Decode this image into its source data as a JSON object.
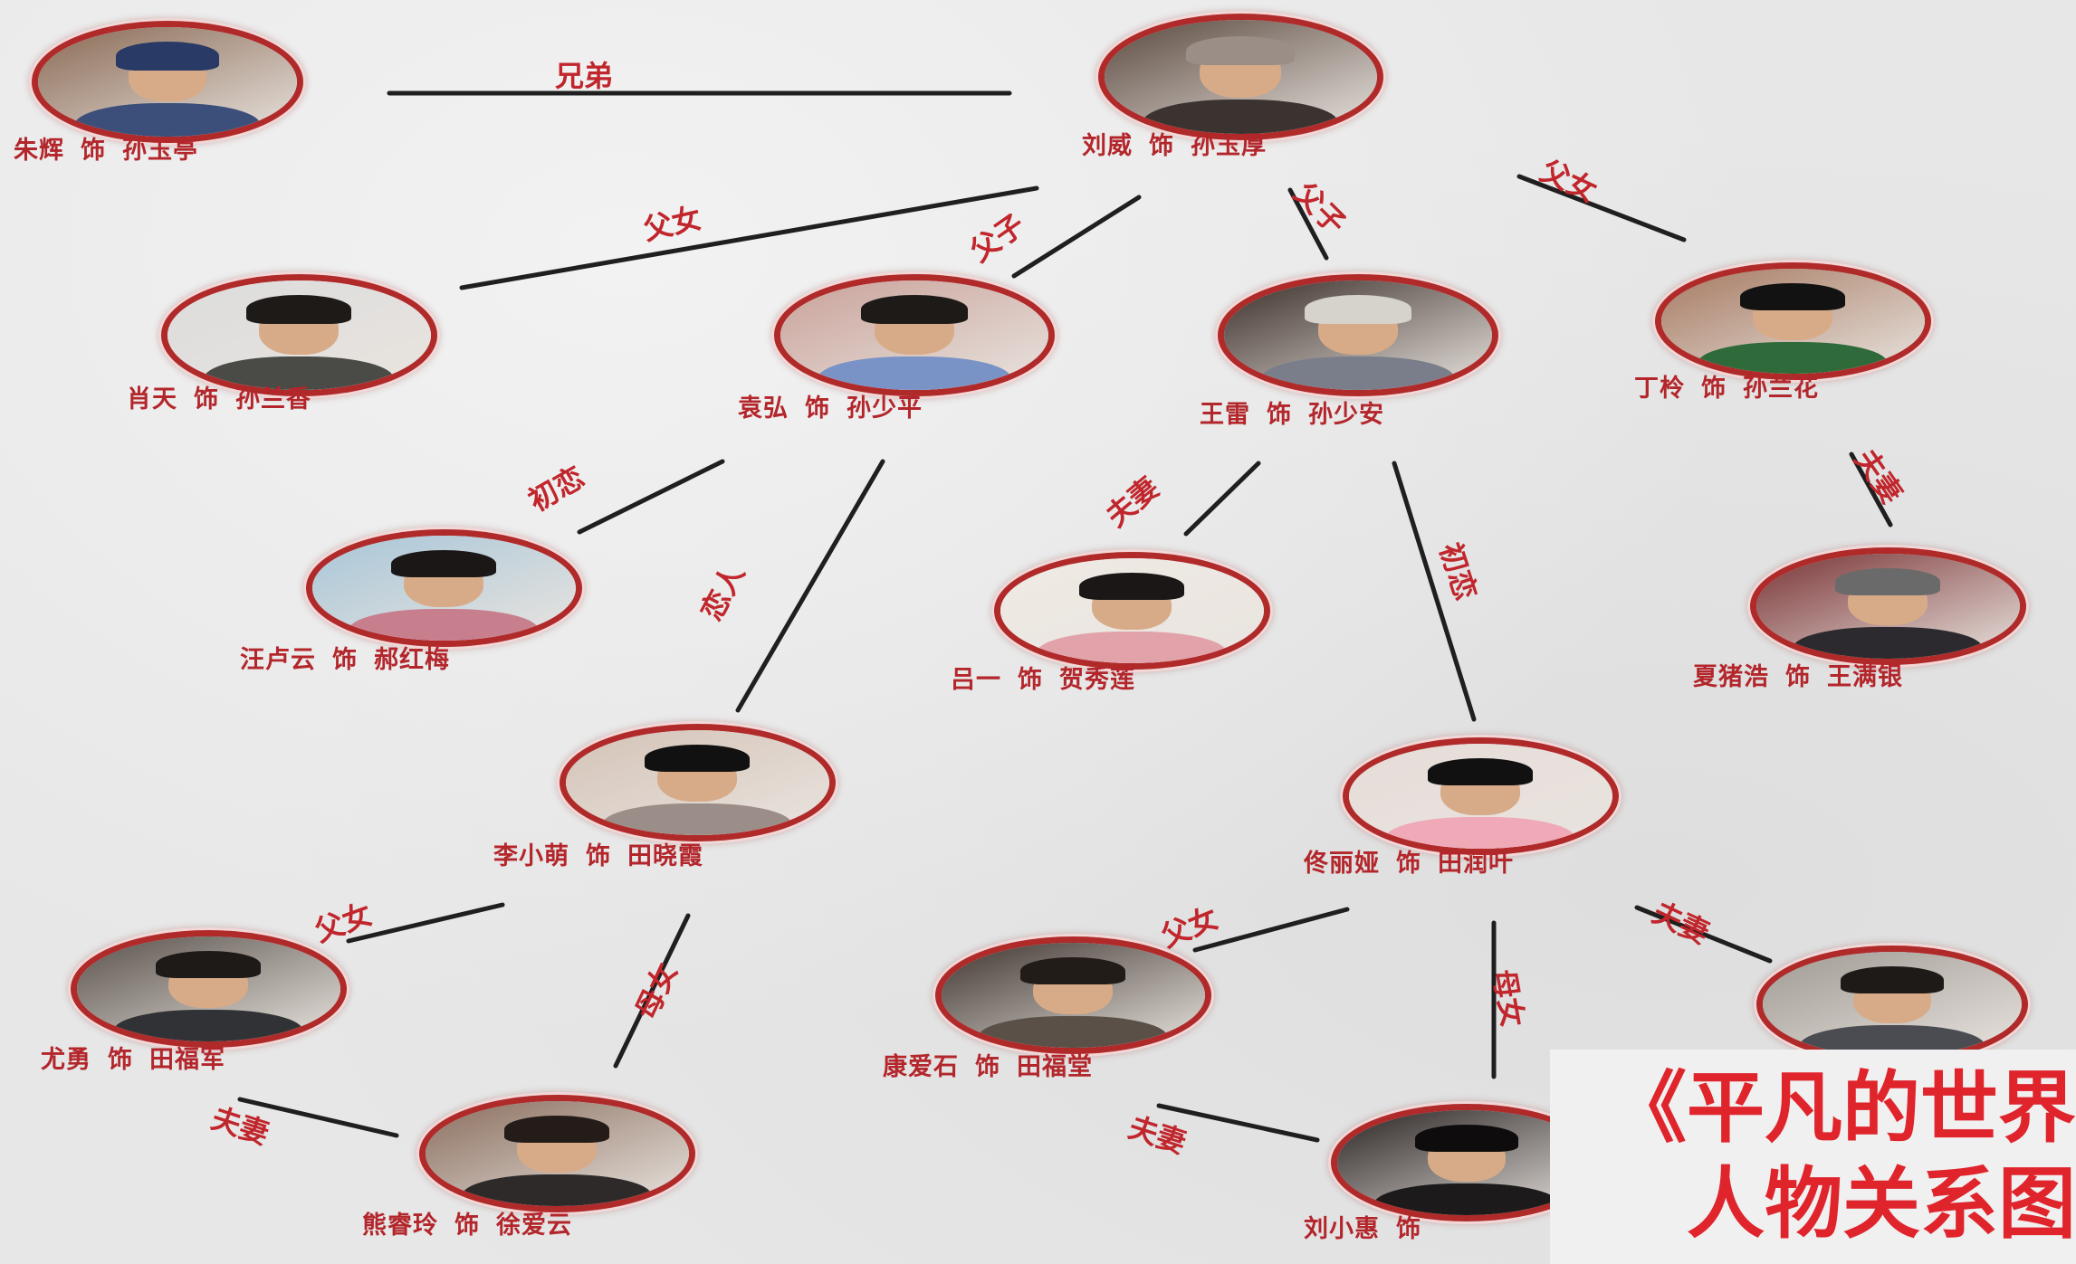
{
  "title": {
    "line1": "《平凡的世界",
    "line2": "人物关系图"
  },
  "nodes": [
    {
      "id": "sun_yuting",
      "actor": "朱辉",
      "role_word": "饰",
      "character": "孙玉亭"
    },
    {
      "id": "sun_yuhou",
      "actor": "刘威",
      "role_word": "饰",
      "character": "孙玉厚"
    },
    {
      "id": "sun_lanxiang",
      "actor": "肖天",
      "role_word": "饰",
      "character": "孙兰香"
    },
    {
      "id": "sun_shaoping",
      "actor": "袁弘",
      "role_word": "饰",
      "character": "孙少平"
    },
    {
      "id": "sun_shaoan",
      "actor": "王雷",
      "role_word": "饰",
      "character": "孙少安"
    },
    {
      "id": "sun_lanhua",
      "actor": "丁柃",
      "role_word": "饰",
      "character": "孙兰花"
    },
    {
      "id": "hao_hongmei",
      "actor": "汪卢云",
      "role_word": "饰",
      "character": "郝红梅"
    },
    {
      "id": "he_xiulian",
      "actor": "吕一",
      "role_word": "饰",
      "character": "贺秀莲"
    },
    {
      "id": "wang_mancang",
      "actor": "夏猪浩",
      "role_word": "饰",
      "character": "王满银"
    },
    {
      "id": "tian_xiaoxia",
      "actor": "李小萌",
      "role_word": "饰",
      "character": "田晓霞"
    },
    {
      "id": "tian_runye",
      "actor": "佟丽娅",
      "role_word": "饰",
      "character": "田润叶"
    },
    {
      "id": "tian_fujun",
      "actor": "尤勇",
      "role_word": "饰",
      "character": "田福军"
    },
    {
      "id": "tian_futang",
      "actor": "康爱石",
      "role_word": "饰",
      "character": "田福堂"
    },
    {
      "id": "li_xiangqian",
      "actor": "",
      "role_word": "",
      "character": ""
    },
    {
      "id": "xu_aiyun",
      "actor": "熊睿玲",
      "role_word": "饰",
      "character": "徐爱云"
    },
    {
      "id": "liu_xiaohui",
      "actor": "刘小惠",
      "role_word": "饰",
      "character": ""
    }
  ],
  "edges": [
    {
      "from": "sun_yuting",
      "to": "sun_yuhou",
      "label": "兄弟"
    },
    {
      "from": "sun_yuhou",
      "to": "sun_lanxiang",
      "label": "父女"
    },
    {
      "from": "sun_yuhou",
      "to": "sun_shaoping",
      "label": "父子"
    },
    {
      "from": "sun_yuhou",
      "to": "sun_shaoan",
      "label": "父子"
    },
    {
      "from": "sun_yuhou",
      "to": "sun_lanhua",
      "label": "父女"
    },
    {
      "from": "sun_shaoping",
      "to": "hao_hongmei",
      "label": "初恋"
    },
    {
      "from": "sun_shaoping",
      "to": "tian_xiaoxia",
      "label": "恋人"
    },
    {
      "from": "sun_shaoan",
      "to": "he_xiulian",
      "label": "夫妻"
    },
    {
      "from": "sun_shaoan",
      "to": "tian_runye",
      "label": "初恋"
    },
    {
      "from": "sun_lanhua",
      "to": "wang_mancang",
      "label": "夫妻"
    },
    {
      "from": "tian_xiaoxia",
      "to": "tian_fujun",
      "label": "父女"
    },
    {
      "from": "tian_xiaoxia",
      "to": "xu_aiyun",
      "label": "母女"
    },
    {
      "from": "tian_fujun",
      "to": "xu_aiyun",
      "label": "夫妻"
    },
    {
      "from": "tian_runye",
      "to": "tian_futang",
      "label": "父女"
    },
    {
      "from": "tian_runye",
      "to": "liu_xiaohui",
      "label": "母女"
    },
    {
      "from": "tian_runye",
      "to": "li_xiangqian",
      "label": "夫妻"
    },
    {
      "from": "tian_futang",
      "to": "liu_xiaohui",
      "label": "夫妻"
    }
  ]
}
